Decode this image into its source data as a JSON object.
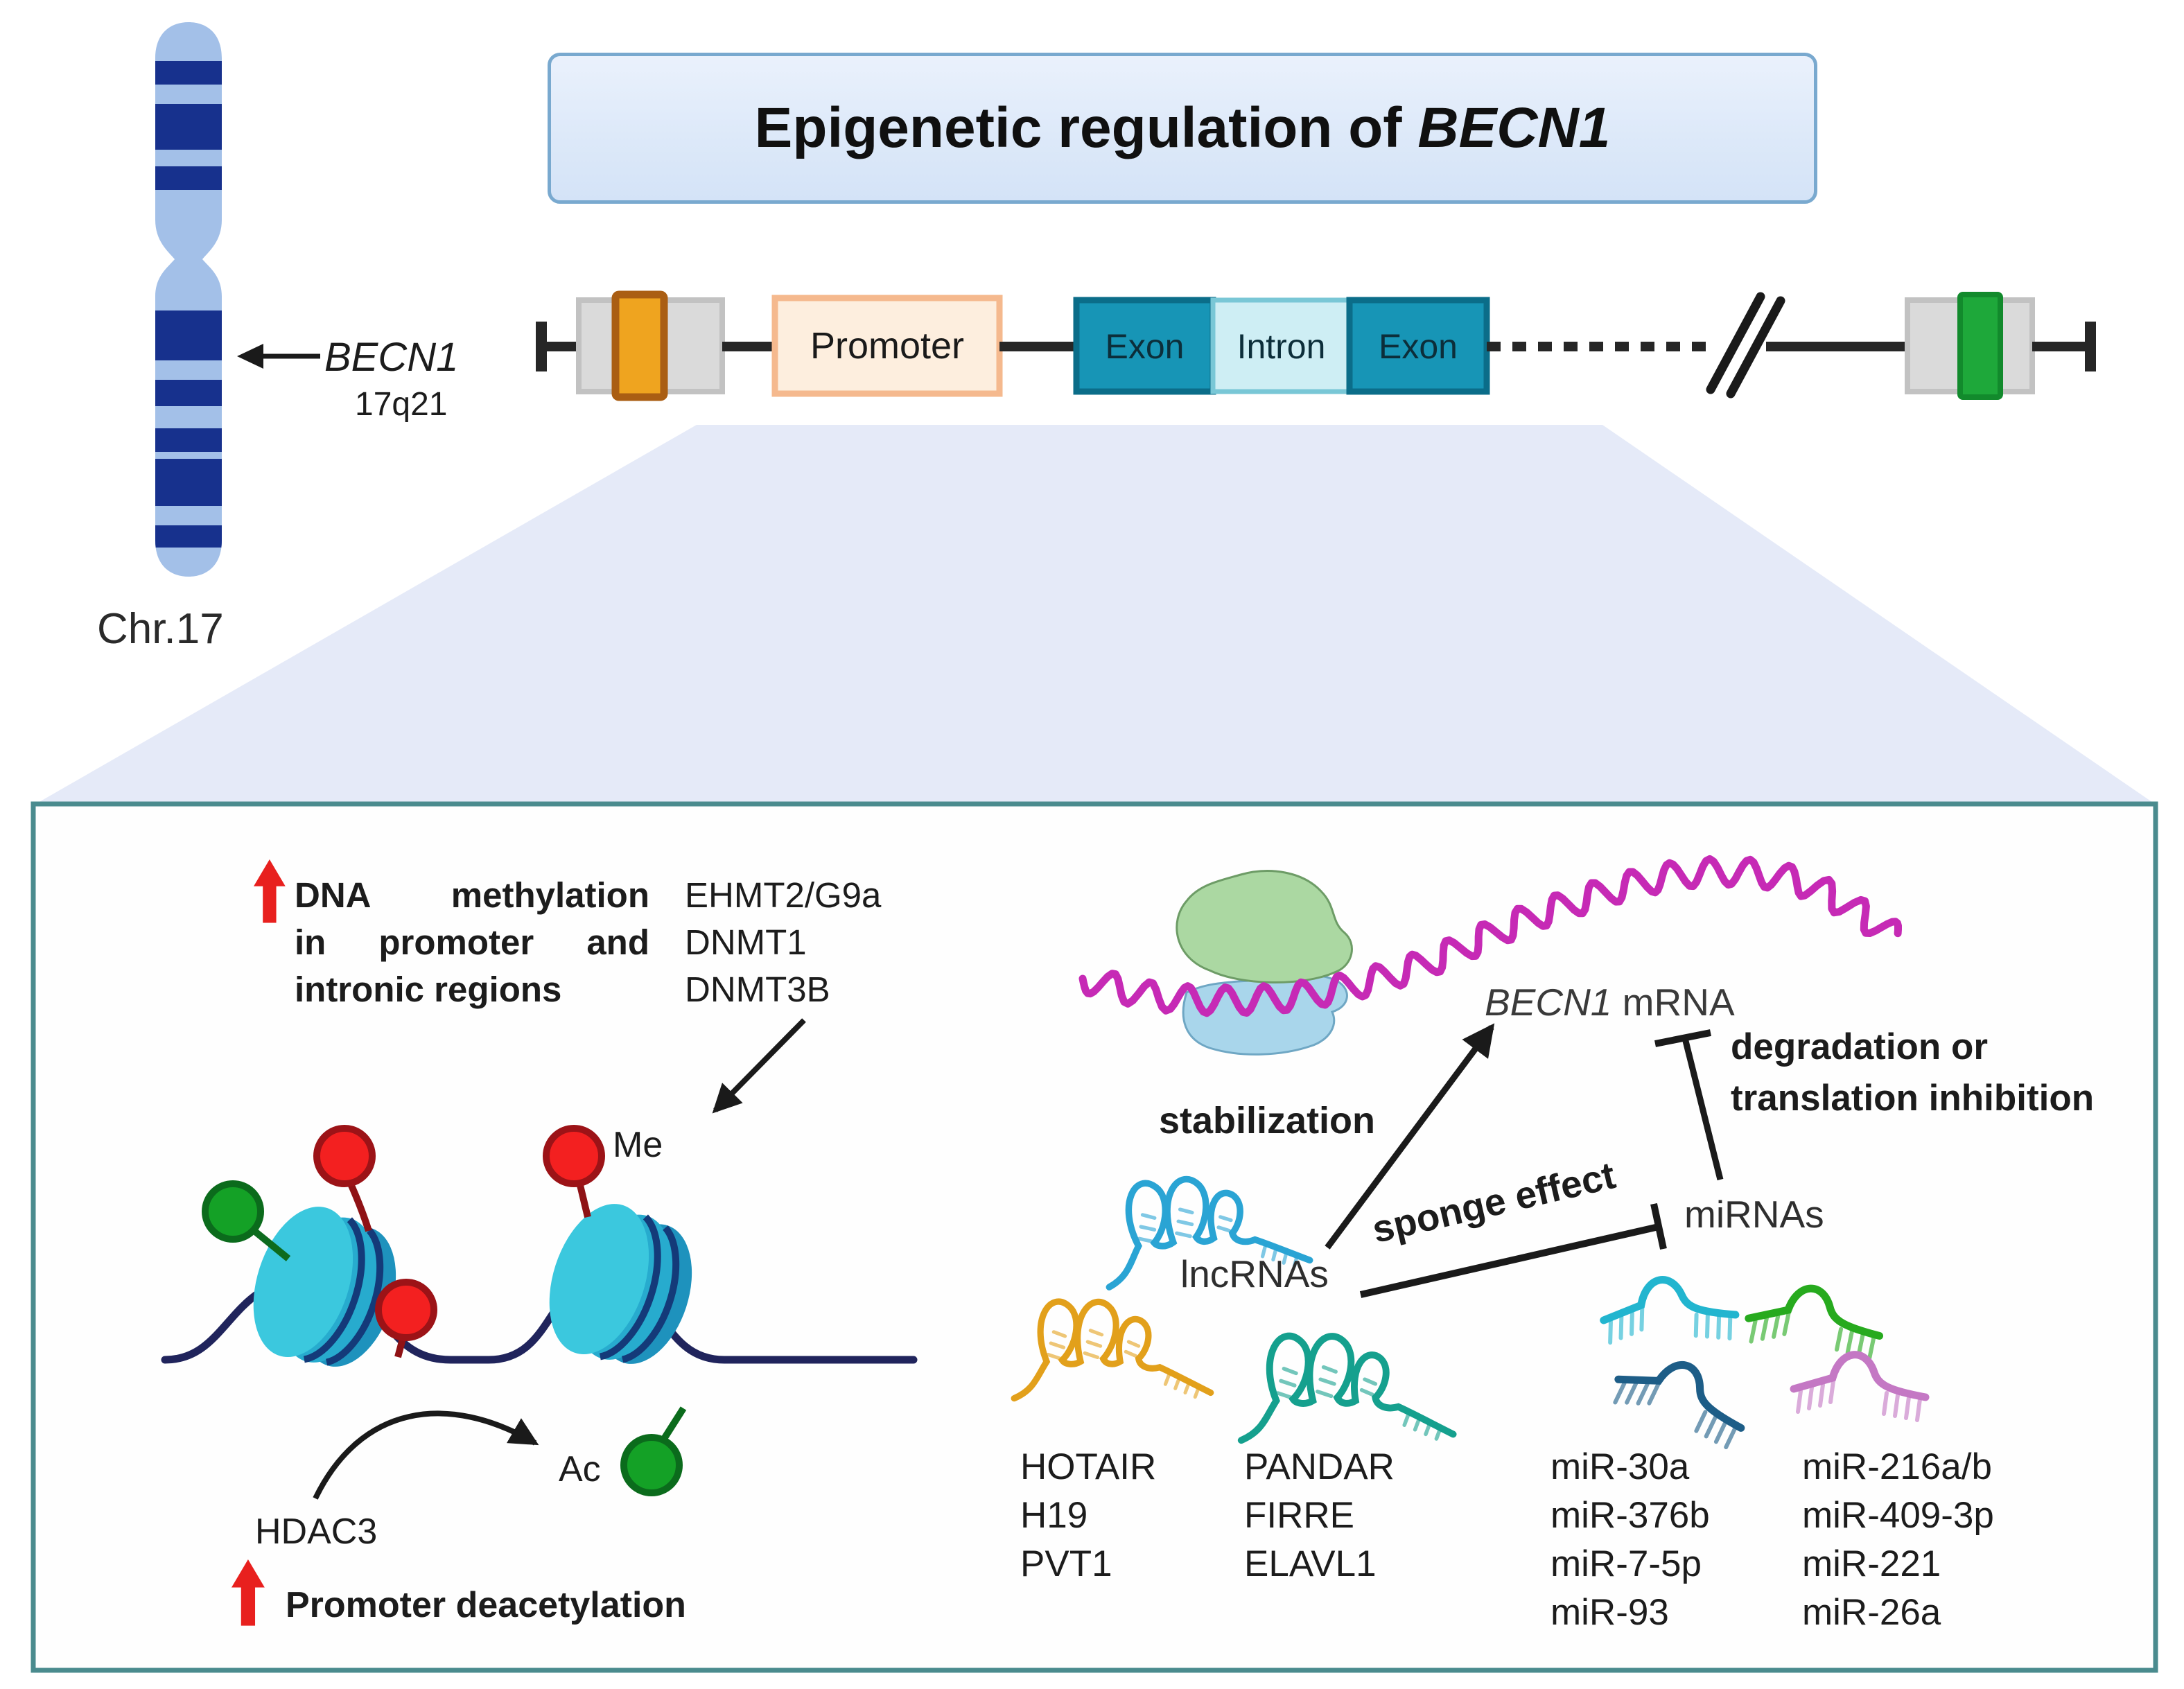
{
  "title": {
    "prefix": "Epigenetic regulation of ",
    "gene": "BECN1"
  },
  "chromosome": {
    "name": "Chr.17",
    "gene": "BECN1",
    "locus": "17q21"
  },
  "gene_map": {
    "promoter": "Promoter",
    "exon1": "Exon",
    "intron": "Intron",
    "exon2": "Exon"
  },
  "panel": {
    "methylation": {
      "lines": [
        "DNA methylation",
        "in promoter and",
        "intronic regions"
      ],
      "enzymes": [
        "EHMT2/G9a",
        "DNMT1",
        "DNMT3B"
      ],
      "me_label": "Me"
    },
    "deacetylation": {
      "enzyme": "HDAC3",
      "ac_label": "Ac",
      "caption": "Promoter deacetylation"
    },
    "rna": {
      "mrna_gene": "BECN1",
      "mrna_suffix": " mRNA",
      "stabilization": "stabilization",
      "degradation_lines": [
        "degradation or",
        "translation inhibition"
      ],
      "lncrna_label": "lncRNAs",
      "sponge": "sponge effect",
      "mirna_label": "miRNAs",
      "lncrna_lists": [
        [
          "HOTAIR",
          "H19",
          "PVT1"
        ],
        [
          "PANDAR",
          "FIRRE",
          "ELAVL1"
        ]
      ],
      "mirna_lists": [
        [
          "miR-30a",
          "miR-376b",
          "miR-7-5p",
          "miR-93"
        ],
        [
          "miR-216a/b",
          "miR-409-3p",
          "miR-221",
          "miR-26a"
        ]
      ]
    }
  },
  "colors": {
    "accent_red": "#e8201e",
    "panel_border": "#4a8b8e",
    "title_border": "#79a9cf",
    "title_bg": "#dfe9fa",
    "trapezoid": "#e5eaf8",
    "exon_fill": "#1795b6",
    "intron_fill": "#ceeef4",
    "promoter_fill": "#fdeede",
    "upstream_band_orange": "#efa41f",
    "downstream_band_green": "#1ea83a",
    "chromosome_blue": "#a3c0e8",
    "band_navy": "#17318d",
    "nucleosome_cyan": "#3bc8de",
    "methyl_red": "#f32020",
    "acetyl_green": "#14a126",
    "mrna_pink": "#c62ab5",
    "lncrna_blue": "#2aa4d4",
    "lncrna_orange": "#e2a01b",
    "lncrna_teal": "#15a08e",
    "mirna_cyan": "#22b5cf",
    "mirna_green": "#27aa1e",
    "mirna_darkblue": "#1d5d87",
    "mirna_pink": "#c478c4"
  }
}
